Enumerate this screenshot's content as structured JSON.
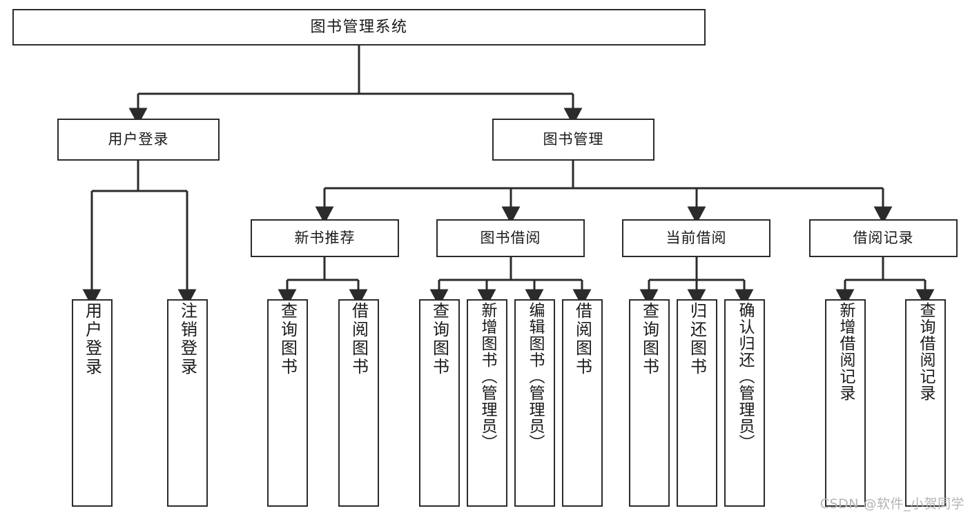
{
  "diagram": {
    "title": "图书管理系统",
    "type": "tree-hierarchy-chart",
    "stroke_color": "#2b2b2b",
    "fill_color": "#ffffff",
    "text_color": "#1a1a1a"
  },
  "watermark": {
    "text": "CSDN @软件_小贺同学",
    "color": "#b4b4b4"
  },
  "nodes": {
    "root": {
      "label": "图书管理系统"
    },
    "level2": [
      {
        "label": "用户登录"
      },
      {
        "label": "图书管理"
      }
    ],
    "level3": [
      {
        "label": "新书推荐"
      },
      {
        "label": "图书借阅"
      },
      {
        "label": "当前借阅"
      },
      {
        "label": "借阅记录"
      }
    ],
    "leaves": {
      "user_login": [
        {
          "label": "用户登录"
        },
        {
          "label": "注销登录"
        }
      ],
      "new_book": [
        {
          "label": "查询图书"
        },
        {
          "label": "借阅图书"
        }
      ],
      "book_borrow": [
        {
          "label": "查询图书"
        },
        {
          "label": "新增图书（管理员）"
        },
        {
          "label": "编辑图书（管理员）"
        },
        {
          "label": "借阅图书"
        }
      ],
      "current_borrow": [
        {
          "label": "查询图书"
        },
        {
          "label": "归还图书"
        },
        {
          "label": "确认归还（管理员）"
        }
      ],
      "borrow_record": [
        {
          "label": "新增借阅记录"
        },
        {
          "label": "查询借阅记录"
        }
      ]
    }
  },
  "chart_data": {
    "type": "table",
    "title": "图书管理系统",
    "hierarchy": [
      {
        "name": "图书管理系统",
        "children": [
          {
            "name": "用户登录",
            "children": [
              {
                "name": "用户登录"
              },
              {
                "name": "注销登录"
              }
            ]
          },
          {
            "name": "图书管理",
            "children": [
              {
                "name": "新书推荐",
                "children": [
                  {
                    "name": "查询图书"
                  },
                  {
                    "name": "借阅图书"
                  }
                ]
              },
              {
                "name": "图书借阅",
                "children": [
                  {
                    "name": "查询图书"
                  },
                  {
                    "name": "新增图书（管理员）"
                  },
                  {
                    "name": "编辑图书（管理员）"
                  },
                  {
                    "name": "借阅图书"
                  }
                ]
              },
              {
                "name": "当前借阅",
                "children": [
                  {
                    "name": "查询图书"
                  },
                  {
                    "name": "归还图书"
                  },
                  {
                    "name": "确认归还（管理员）"
                  }
                ]
              },
              {
                "name": "借阅记录",
                "children": [
                  {
                    "name": "新增借阅记录"
                  },
                  {
                    "name": "查询借阅记录"
                  }
                ]
              }
            ]
          }
        ]
      }
    ]
  }
}
